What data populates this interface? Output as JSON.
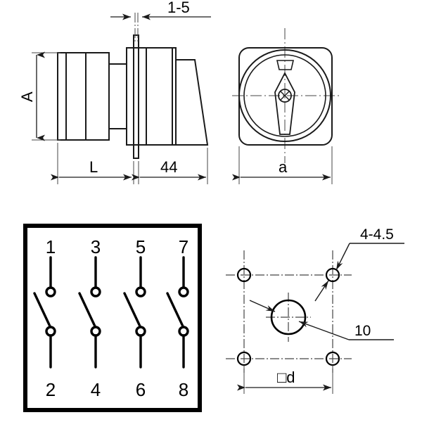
{
  "drawing": {
    "title": "Cam switch technical drawing",
    "line_color": "#1a1a1a",
    "centerline_color": "#444444",
    "background": "#ffffff"
  },
  "views": {
    "side_view": {
      "name": "side-elevation-view",
      "dimensions": {
        "height_label": "A",
        "body_length_label": "L",
        "knob_depth_label": "44",
        "panel_thickness_label": "1-5"
      }
    },
    "front_view": {
      "name": "knob-front-view",
      "dimensions": {
        "width_label": "a"
      },
      "features": {
        "hub_icon": "cross-hatched-hub",
        "pointer_icon": "diamond-pointer",
        "marker_icon": "index-marker"
      }
    },
    "circuit_diagram": {
      "name": "contact-circuit-diagram",
      "poles": 4,
      "top_terminals": [
        "1",
        "3",
        "5",
        "7"
      ],
      "bottom_terminals": [
        "2",
        "4",
        "6",
        "8"
      ]
    },
    "mounting_pattern": {
      "name": "panel-cutout-view",
      "hole_note": "4-4.5",
      "center_hole_note": "10",
      "spacing_label": "□d",
      "hole_count": 4
    }
  }
}
